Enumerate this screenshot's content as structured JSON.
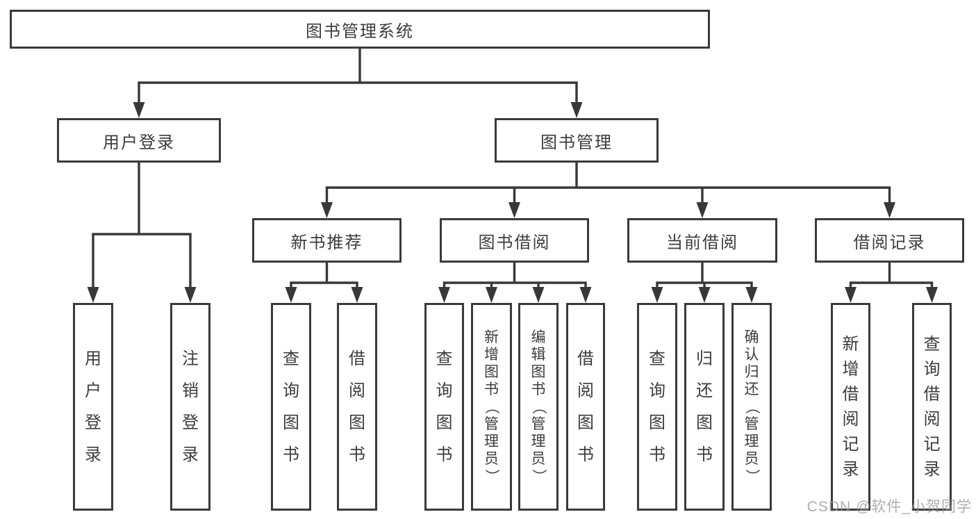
{
  "title": "图书管理系统",
  "watermark": "CSDN @软件_小贺同学",
  "colors": {
    "line": "#383838",
    "border": "#3a3a3a",
    "text": "#3c3c3c",
    "background": "#ffffff",
    "watermark": "#9a9a9a"
  },
  "tree": {
    "id": "root",
    "label": "图书管理系统",
    "children": [
      {
        "id": "user-login",
        "label": "用户登录",
        "children": [
          {
            "id": "leaf-user-login",
            "label": "用户登录"
          },
          {
            "id": "leaf-logout",
            "label": "注销登录"
          }
        ]
      },
      {
        "id": "book-mgmt",
        "label": "图书管理",
        "children": [
          {
            "id": "new-book-rec",
            "label": "新书推荐",
            "children": [
              {
                "id": "nbr-query-book",
                "label": "查询图书"
              },
              {
                "id": "nbr-borrow-book",
                "label": "借阅图书"
              }
            ]
          },
          {
            "id": "book-borrow",
            "label": "图书借阅",
            "children": [
              {
                "id": "bb-query-book",
                "label": "查询图书"
              },
              {
                "id": "bb-add-book",
                "label": "新增图书（管理员）"
              },
              {
                "id": "bb-edit-book",
                "label": "编辑图书（管理员）"
              },
              {
                "id": "bb-borrow-book",
                "label": "借阅图书"
              }
            ]
          },
          {
            "id": "current-borrow",
            "label": "当前借阅",
            "children": [
              {
                "id": "cb-query-book",
                "label": "查询图书"
              },
              {
                "id": "cb-return-book",
                "label": "归还图书"
              },
              {
                "id": "cb-confirm-return",
                "label": "确认归还（管理员）"
              }
            ]
          },
          {
            "id": "borrow-record",
            "label": "借阅记录",
            "children": [
              {
                "id": "br-add-record",
                "label": "新增借阅记录"
              },
              {
                "id": "br-query-record",
                "label": "查询借阅记录"
              }
            ]
          }
        ]
      }
    ]
  }
}
